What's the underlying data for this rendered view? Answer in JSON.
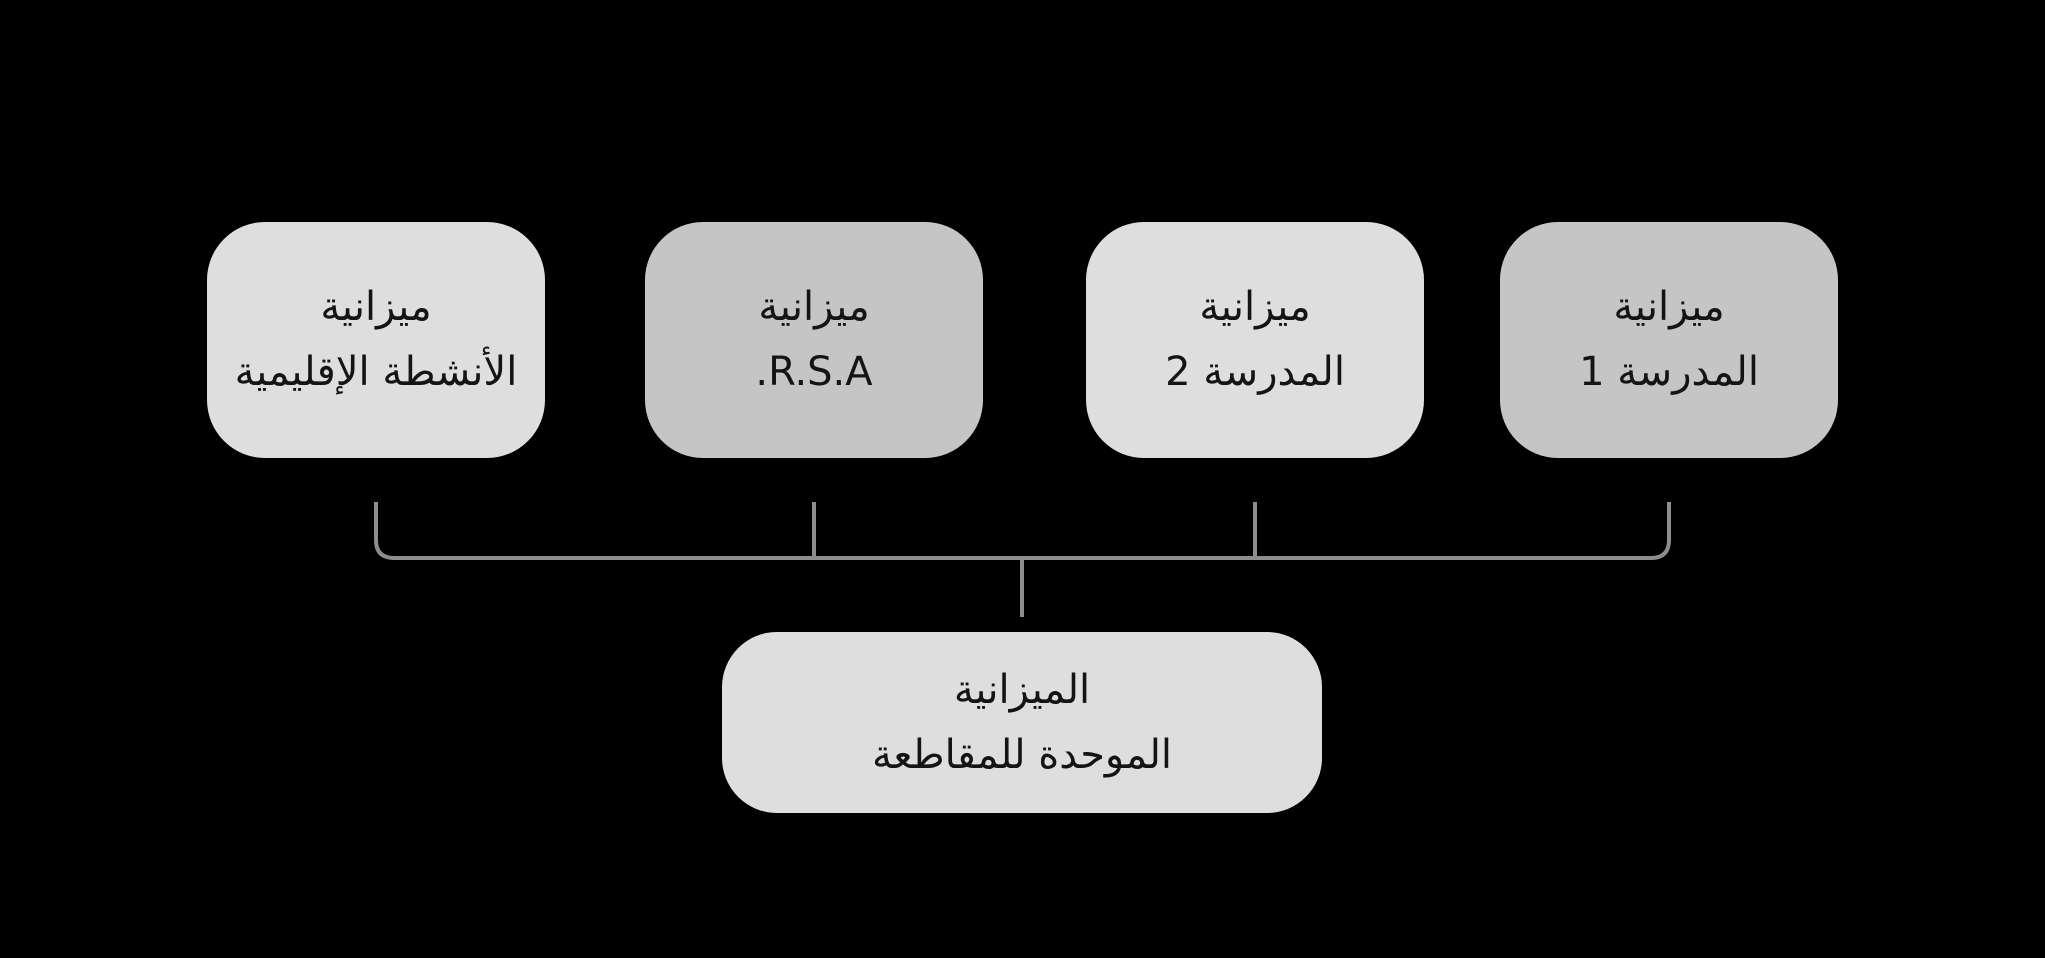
{
  "diagram": {
    "type": "hierarchy",
    "direction": "rtl",
    "colors": {
      "background": "#000000",
      "connector_line": "#8d8d8d",
      "box_text": "#141414",
      "box_fill_light": "#dedede",
      "box_fill_dark": "#c5c5c5"
    },
    "top_boxes": [
      {
        "label_line1": "ميزانية",
        "label_line2": "المدرسة 1",
        "fill": "#c5c5c5"
      },
      {
        "label_line1": "ميزانية",
        "label_line2": "المدرسة 2",
        "fill": "#dedede"
      },
      {
        "label_line1": "ميزانية",
        "label_line2": "R.S.A.",
        "fill": "#c5c5c5"
      },
      {
        "label_line1": "ميزانية",
        "label_line2": "الأنشطة الإقليمية",
        "fill": "#dedede"
      }
    ],
    "bottom_box": {
      "label_line1": "الميزانية",
      "label_line2": "الموحدة للمقاطعة",
      "fill": "#dedede"
    }
  }
}
